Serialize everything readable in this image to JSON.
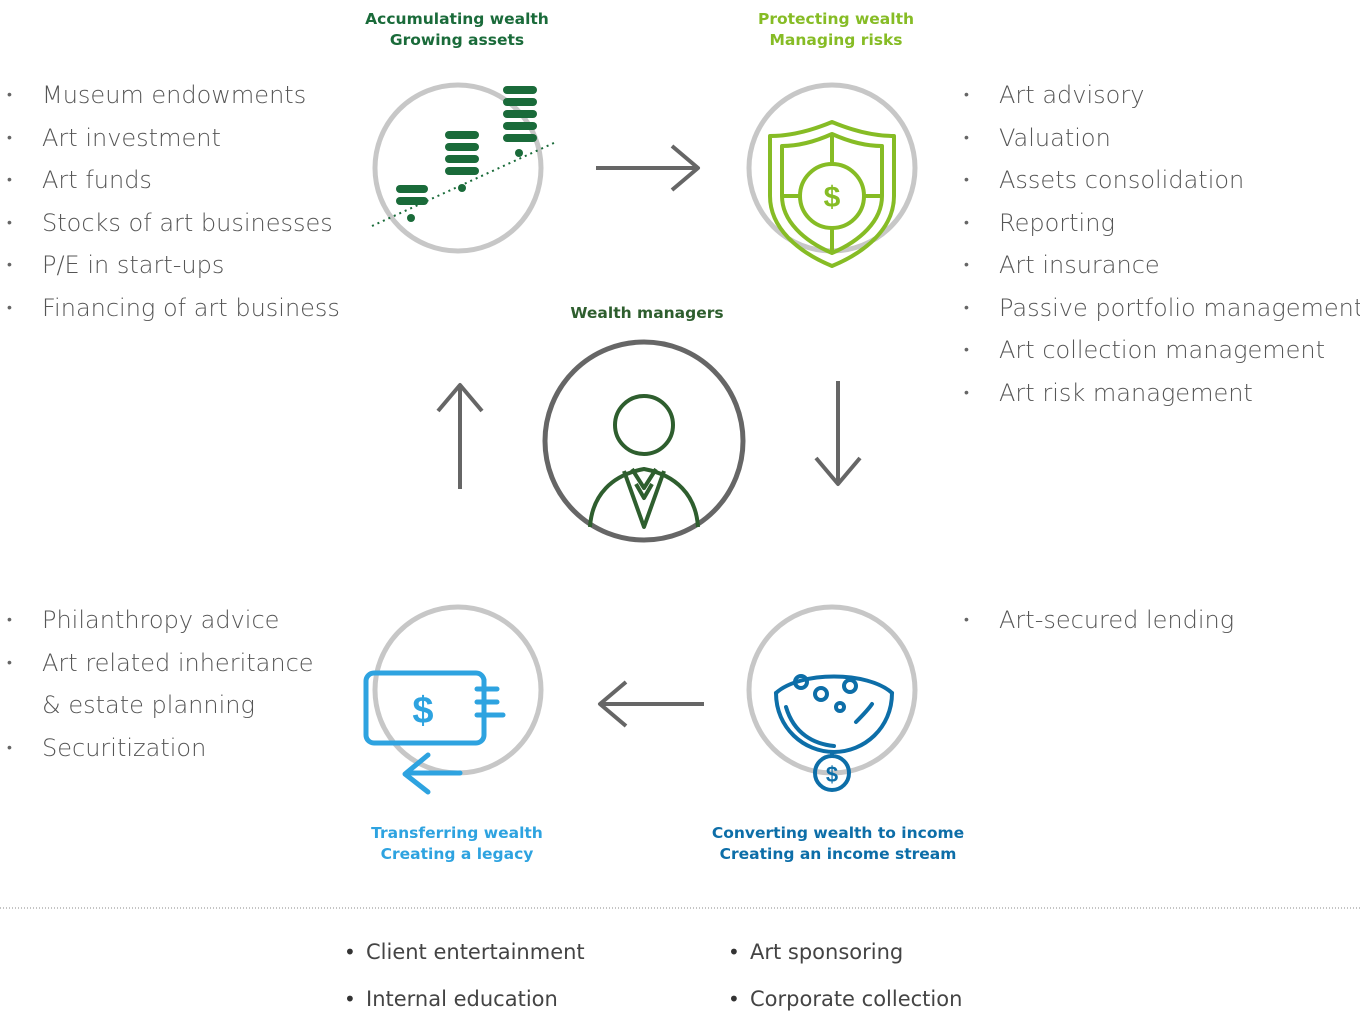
{
  "colors": {
    "dark_green": "#1a6b3a",
    "light_green": "#86bc25",
    "light_blue": "#2ea3e0",
    "dark_blue": "#0d6ea8",
    "person_green": "#2e5e2e",
    "circle_gray": "#c7c7c7",
    "arrow_gray": "#666666"
  },
  "stages": {
    "accumulating": {
      "line1": "Accumulating wealth",
      "line2": "Growing assets",
      "icon": "coins-growth-icon"
    },
    "protecting": {
      "line1": "Protecting wealth",
      "line2": "Managing risks",
      "icon": "shield-dollar-icon"
    },
    "center": {
      "label": "Wealth managers",
      "icon": "person-icon"
    },
    "transferring": {
      "line1": "Transferring wealth",
      "line2": "Creating a legacy",
      "icon": "banknote-transfer-icon"
    },
    "converting": {
      "line1": "Converting wealth to income",
      "line2": "Creating an income stream",
      "icon": "bowl-dollar-icon"
    }
  },
  "lists": {
    "top_left": [
      "Museum endowments",
      "Art investment",
      "Art funds",
      "Stocks of art businesses",
      "P/E in start-ups",
      "Financing of art business"
    ],
    "top_right": [
      "Art advisory",
      "Valuation",
      "Assets consolidation",
      "Reporting",
      "Art insurance",
      "Passive portfolio management",
      "Art collection management",
      "Art risk management"
    ],
    "bottom_left": [
      "Philanthropy advice",
      "Art related inheritance",
      "& estate planning",
      "Securitization"
    ],
    "bottom_right": [
      "Art-secured lending"
    ]
  },
  "footer": {
    "col1": [
      "Client entertainment",
      "Internal education"
    ],
    "col2": [
      "Art sponsoring",
      "Corporate collection"
    ]
  }
}
